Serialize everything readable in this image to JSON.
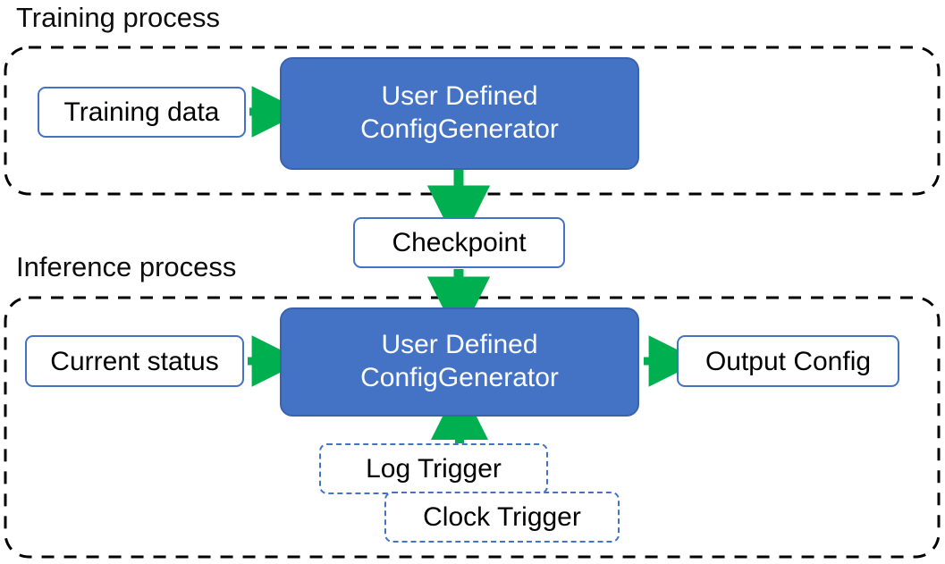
{
  "diagram": {
    "title_training": "Training process",
    "title_inference": "Inference process",
    "colors": {
      "process_box_fill": "#4472C4",
      "process_box_border": "#3A63AD",
      "node_border": "#4472C4",
      "arrow": "#00B050",
      "container_border": "#000000",
      "trigger_border": "#4472C4",
      "text_dark": "#000000",
      "text_light": "#FFFFFF",
      "background": "#FFFFFF"
    },
    "containers": [
      {
        "id": "training-container",
        "label": "Training process",
        "style": "dashed-black-rounded"
      },
      {
        "id": "inference-container",
        "label": "Inference process",
        "style": "dashed-black-rounded"
      }
    ],
    "nodes": {
      "training_data": {
        "label": "Training data",
        "style": "white-solid"
      },
      "training_generator_line1": "User Defined",
      "training_generator_line2": "ConfigGenerator",
      "checkpoint": {
        "label": "Checkpoint",
        "style": "white-solid"
      },
      "current_status": {
        "label": "Current status",
        "style": "white-solid"
      },
      "inference_generator_line1": "User Defined",
      "inference_generator_line2": "ConfigGenerator",
      "output_config": {
        "label": "Output Config",
        "style": "white-solid"
      },
      "log_trigger": {
        "label": "Log Trigger",
        "style": "blue-dashed"
      },
      "clock_trigger": {
        "label": "Clock Trigger",
        "style": "blue-dashed"
      }
    },
    "edges": [
      {
        "from": "training_data",
        "to": "training_generator",
        "direction": "right"
      },
      {
        "from": "training_generator",
        "to": "checkpoint",
        "direction": "down"
      },
      {
        "from": "checkpoint",
        "to": "inference_generator",
        "direction": "down"
      },
      {
        "from": "current_status",
        "to": "inference_generator",
        "direction": "right"
      },
      {
        "from": "inference_generator",
        "to": "output_config",
        "direction": "right"
      },
      {
        "from": "log_trigger",
        "to": "inference_generator",
        "direction": "up"
      }
    ]
  }
}
